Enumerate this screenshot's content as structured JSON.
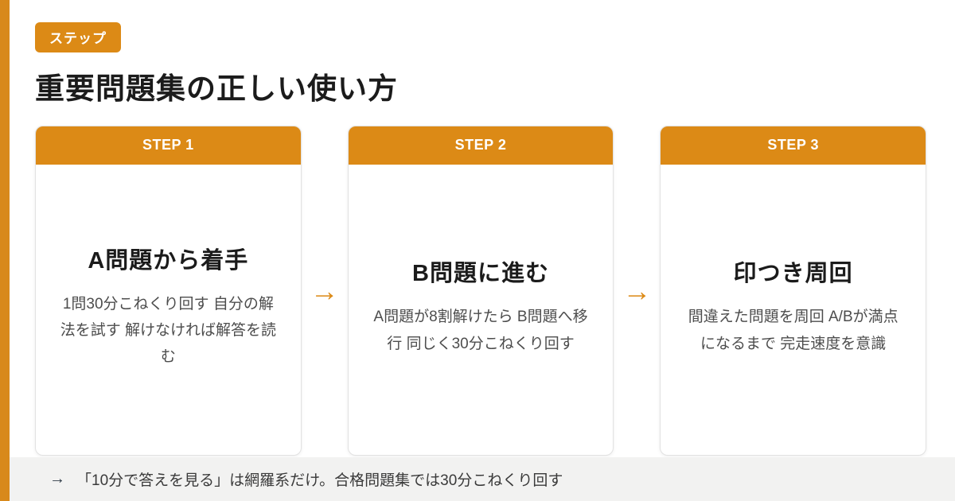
{
  "accent_color": "#DC8A16",
  "badge": {
    "label": "ステップ"
  },
  "page_title": "重要問題集の正しい使い方",
  "arrow_glyph": "→",
  "steps": [
    {
      "header": "STEP 1",
      "title": "A問題から着手",
      "description": "1問30分こねくり回す 自分の解法を試す 解けなければ解答を読む"
    },
    {
      "header": "STEP 2",
      "title": "B問題に進む",
      "description": "A問題が8割解けたら B問題へ移行 同じく30分こねくり回す"
    },
    {
      "header": "STEP 3",
      "title": "印つき周回",
      "description": "間違えた問題を周回 A/Bが満点になるまで 完走速度を意識"
    }
  ],
  "footer": {
    "arrow": "→",
    "text": "「10分で答えを見る」は網羅系だけ。合格問題集では30分こねくり回す"
  }
}
